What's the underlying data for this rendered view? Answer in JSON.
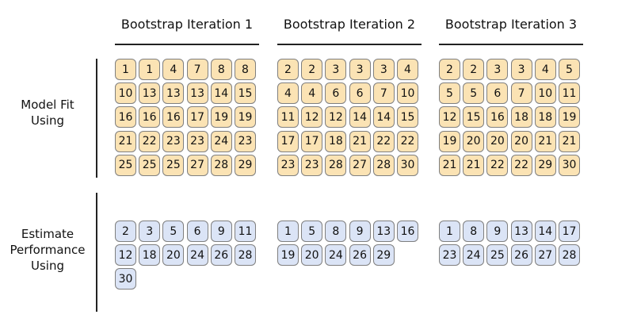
{
  "iterations": [
    {
      "title": "Bootstrap Iteration 1",
      "fit": [
        1,
        1,
        4,
        7,
        8,
        8,
        10,
        13,
        13,
        13,
        14,
        15,
        16,
        16,
        16,
        17,
        19,
        19,
        21,
        22,
        23,
        23,
        24,
        23,
        25,
        25,
        25,
        27,
        28,
        29
      ],
      "estimate": [
        2,
        3,
        5,
        6,
        9,
        11,
        12,
        18,
        20,
        24,
        26,
        28,
        30
      ]
    },
    {
      "title": "Bootstrap Iteration 2",
      "fit": [
        2,
        2,
        3,
        3,
        3,
        4,
        4,
        4,
        6,
        6,
        7,
        10,
        11,
        12,
        12,
        14,
        14,
        15,
        17,
        17,
        18,
        21,
        22,
        22,
        23,
        23,
        28,
        27,
        28,
        30
      ],
      "estimate": [
        1,
        5,
        8,
        9,
        13,
        16,
        19,
        20,
        24,
        26,
        29
      ]
    },
    {
      "title": "Bootstrap Iteration 3",
      "fit": [
        2,
        2,
        3,
        3,
        4,
        5,
        5,
        5,
        6,
        7,
        10,
        11,
        12,
        15,
        16,
        18,
        18,
        19,
        19,
        20,
        20,
        20,
        21,
        21,
        21,
        21,
        22,
        22,
        29,
        30
      ],
      "estimate": [
        1,
        8,
        9,
        13,
        14,
        17,
        23,
        24,
        25,
        26,
        27,
        28
      ]
    }
  ],
  "row_labels": {
    "fit": [
      "Model Fit",
      "Using"
    ],
    "estimate": [
      "Estimate",
      "Performance",
      "Using"
    ]
  },
  "colors": {
    "fit_fill": "#fbe3b4",
    "estimate_fill": "#dbe4f6",
    "cell_border": "#7f7f7f"
  }
}
